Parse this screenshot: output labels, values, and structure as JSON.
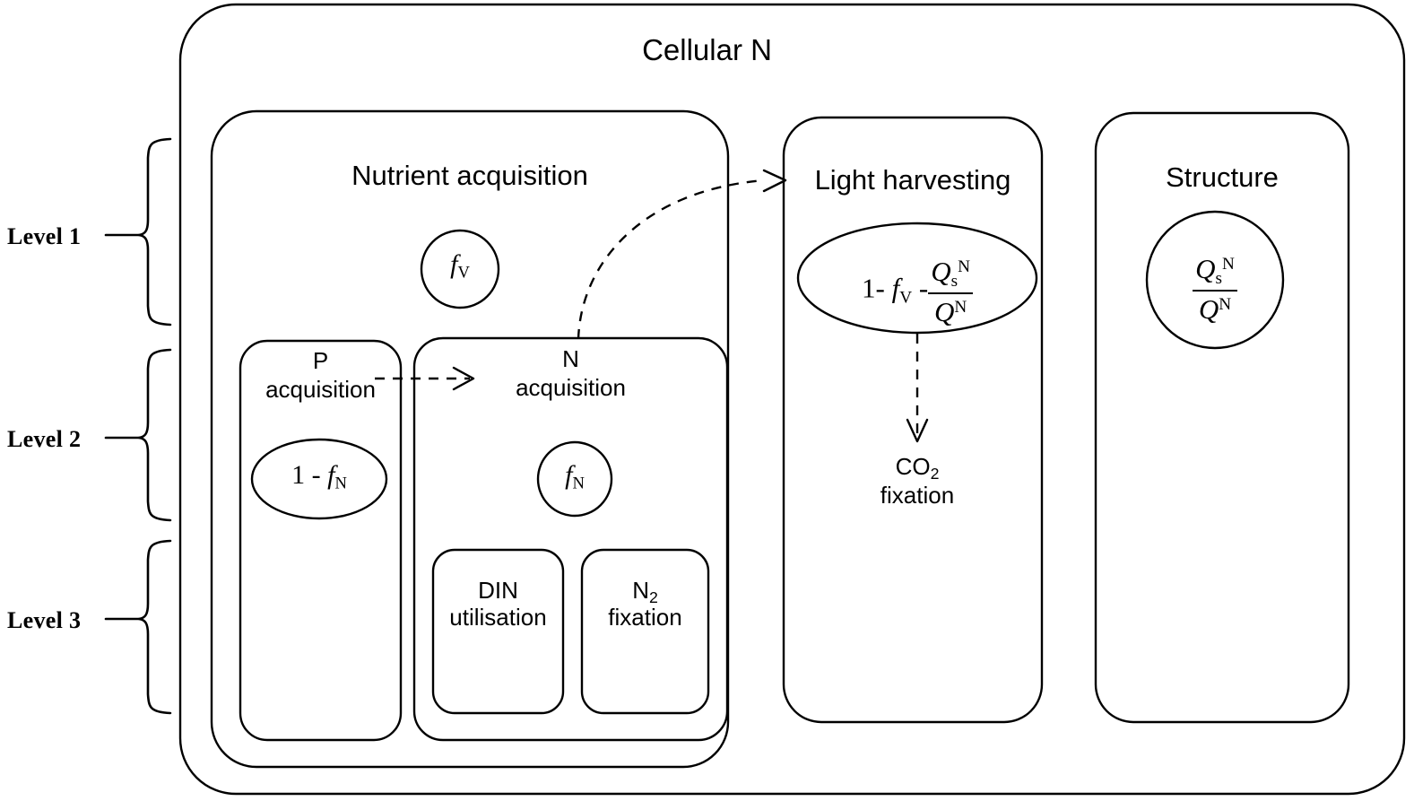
{
  "diagram": {
    "title": "Cellular N",
    "type": "nested-hierarchy-diagram",
    "levels": [
      {
        "label": "Level 1"
      },
      {
        "label": "Level 2"
      },
      {
        "label": "Level 3"
      }
    ],
    "level1_compartments": [
      {
        "name": "Nutrient acquisition"
      },
      {
        "name": "Light harvesting"
      },
      {
        "name": "Structure"
      }
    ],
    "nutrient_acquisition": {
      "title": "Nutrient acquisition",
      "allocation_symbol": {
        "base": "f",
        "sub": "V"
      },
      "p_acquisition": {
        "line1": "P",
        "line2": "acquisition",
        "allocation": {
          "prefix": "1 -",
          "base": "f",
          "sub": "N"
        }
      },
      "n_acquisition": {
        "line1": "N",
        "line2": "acquisition",
        "allocation": {
          "base": "f",
          "sub": "N"
        },
        "children": [
          {
            "line1": "DIN",
            "line2": "utilisation"
          },
          {
            "line1": "N",
            "line1_sub": "2",
            "line2": "fixation"
          }
        ]
      }
    },
    "light_harvesting": {
      "title": "Light harvesting",
      "allocation": {
        "term1": "1",
        "op1": "-",
        "base": "f",
        "sub": "V",
        "op2": "-",
        "frac_num_base": "Q",
        "frac_num_sub": "s",
        "frac_num_sup": "N",
        "frac_den_base": "Q",
        "frac_den_sup": "N"
      },
      "output": {
        "line1": "CO",
        "line1_sub": "2",
        "line2": "fixation"
      }
    },
    "structure": {
      "title": "Structure",
      "allocation": {
        "frac_num_base": "Q",
        "frac_num_sub": "s",
        "frac_num_sup": "N",
        "frac_den_base": "Q",
        "frac_den_sup": "N"
      }
    },
    "colors": {
      "stroke": "#000000",
      "background": "#ffffff",
      "text": "#000000"
    }
  }
}
